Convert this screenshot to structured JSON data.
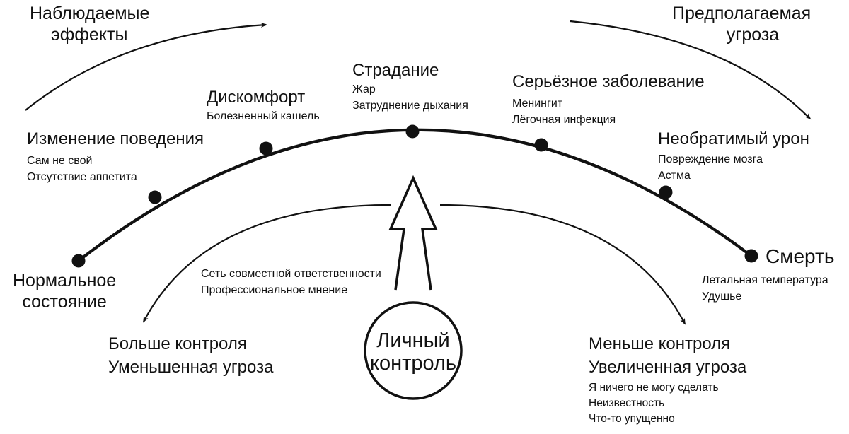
{
  "top": {
    "observed": [
      "Наблюдаемые",
      "эффекты"
    ],
    "threat": [
      "Предполагаемая",
      "угроза"
    ]
  },
  "stages": [
    {
      "title": [
        "Нормальное",
        "состояние"
      ],
      "items": []
    },
    {
      "title": [
        "Изменение поведения"
      ],
      "items": [
        "Сам не свой",
        "Отсутствие аппетита"
      ]
    },
    {
      "title": [
        "Дискомфорт"
      ],
      "items": [
        "Болезненный кашель"
      ]
    },
    {
      "title": [
        "Страдание"
      ],
      "items": [
        "Жар",
        "Затруднение дыхания"
      ]
    },
    {
      "title": [
        "Серьёзное заболевание"
      ],
      "items": [
        "Менингит",
        "Лёгочная инфекция"
      ]
    },
    {
      "title": [
        "Необратимый урон"
      ],
      "items": [
        "Повреждение мозга",
        "Астма"
      ]
    },
    {
      "title": [
        "Смерть"
      ],
      "items": [
        "Летальная температура",
        "Удушье"
      ]
    }
  ],
  "center": {
    "label": [
      "Личный",
      "контроль"
    ],
    "influence_items": [
      "Сеть совместной ответственности",
      "Профессиональное мнение"
    ]
  },
  "outcomes": {
    "more": {
      "title": [
        "Больше контроля",
        "Уменьшенная угроза"
      ],
      "items": []
    },
    "less": {
      "title": [
        "Меньше контроля",
        "Увеличенная угроза"
      ],
      "items": [
        "Я ничего не могу сделать",
        "Неизвестность",
        "Что-то упущенно"
      ]
    }
  },
  "colors": {
    "stroke": "#111111",
    "background": "#ffffff"
  }
}
